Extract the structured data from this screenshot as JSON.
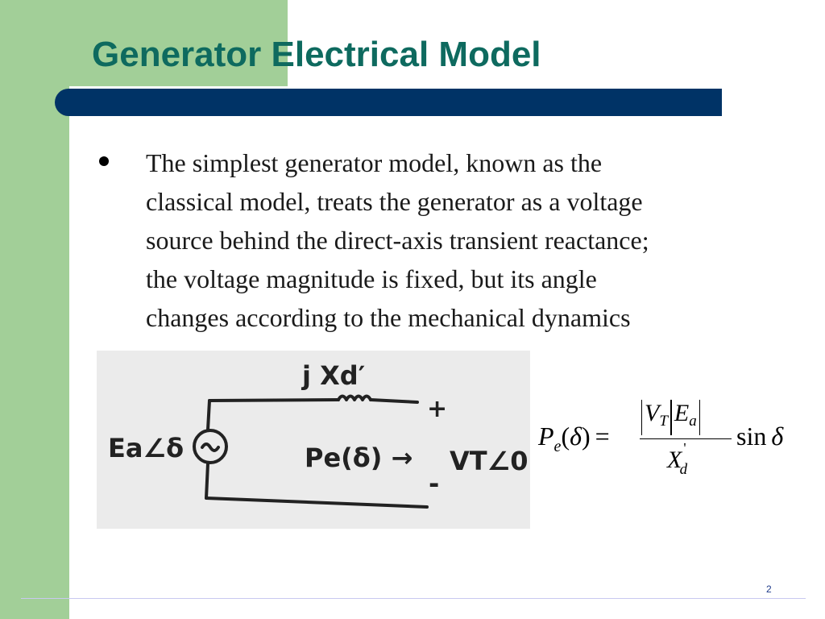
{
  "slide": {
    "title": "Generator Electrical Model",
    "bullet_lines": [
      "The simplest generator model, known as the",
      "classical model, treats the generator as a voltage",
      "source behind the direct-axis transient reactance;",
      "the voltage magnitude is fixed, but its angle",
      "changes according to the mechanical dynamics"
    ],
    "page_number": "2"
  },
  "sketch": {
    "reactance_label": "j Xd′",
    "source_label": "Ea∠δ",
    "power_label": "Pe(δ) →",
    "terminal_label": "VT∠0",
    "plus_sign": "+",
    "minus_sign": "-"
  },
  "equation": {
    "lhs_symbol": "P",
    "lhs_subscript": "e",
    "lhs_open": "(",
    "lhs_arg": "δ",
    "lhs_close": ")",
    "equals": "=",
    "num_v": "V",
    "num_v_sub": "T",
    "num_e": "E",
    "num_e_sub": "a",
    "den_x": "X",
    "den_prime": "'",
    "den_sub": "d",
    "func": "sin",
    "func_arg": "δ"
  },
  "colors": {
    "green_panel": "#a2cf98",
    "title_text": "#0e6a5f",
    "title_bar": "#003366",
    "footer_line": "#c9c9f0"
  }
}
